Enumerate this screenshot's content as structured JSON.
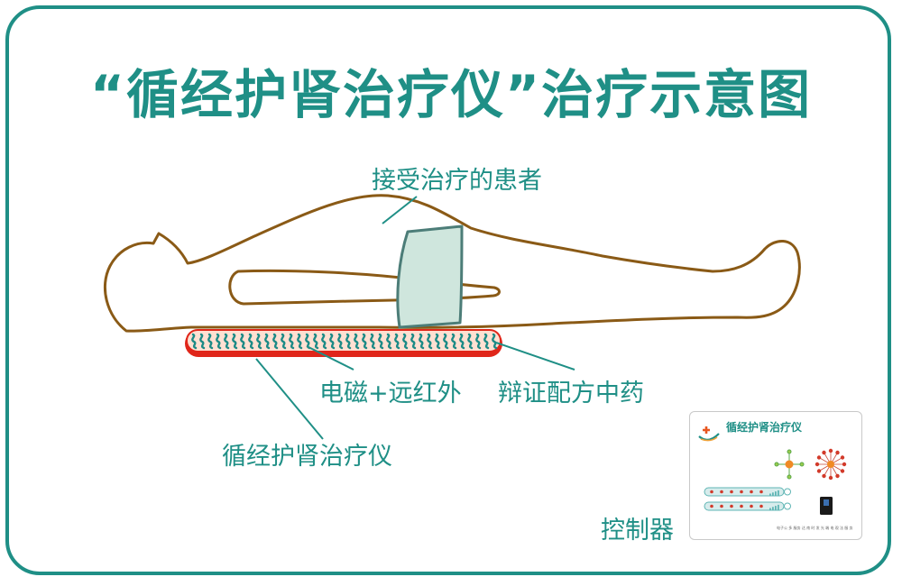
{
  "title": "“循经护肾治疗仪”治疗示意图",
  "labels": {
    "patient": "接受治疗的患者",
    "em": "电磁+远红外",
    "herbs": "辩证配方中药",
    "device": "循经护肾治疗仪",
    "controller": "控制器"
  },
  "controller": {
    "title": "循经护肾治疗仪",
    "footer": "电子公 多 服务 达 南 时 发 光 端 电 观 法 服 务"
  },
  "colors": {
    "frame": "#1f8f86",
    "body_outline": "#8a5a16",
    "pad_fill": "#ffe0d2",
    "pad_pattern": "#1c8a86",
    "pad_base": "#e0261a",
    "waist_band": "#cfe6dd",
    "waist_band_edge": "#4c7d78",
    "leader_line": "#1f8f86"
  },
  "icons": [
    "logo-icon",
    "node-star-icon",
    "node-ring-icon",
    "switch-icon"
  ]
}
